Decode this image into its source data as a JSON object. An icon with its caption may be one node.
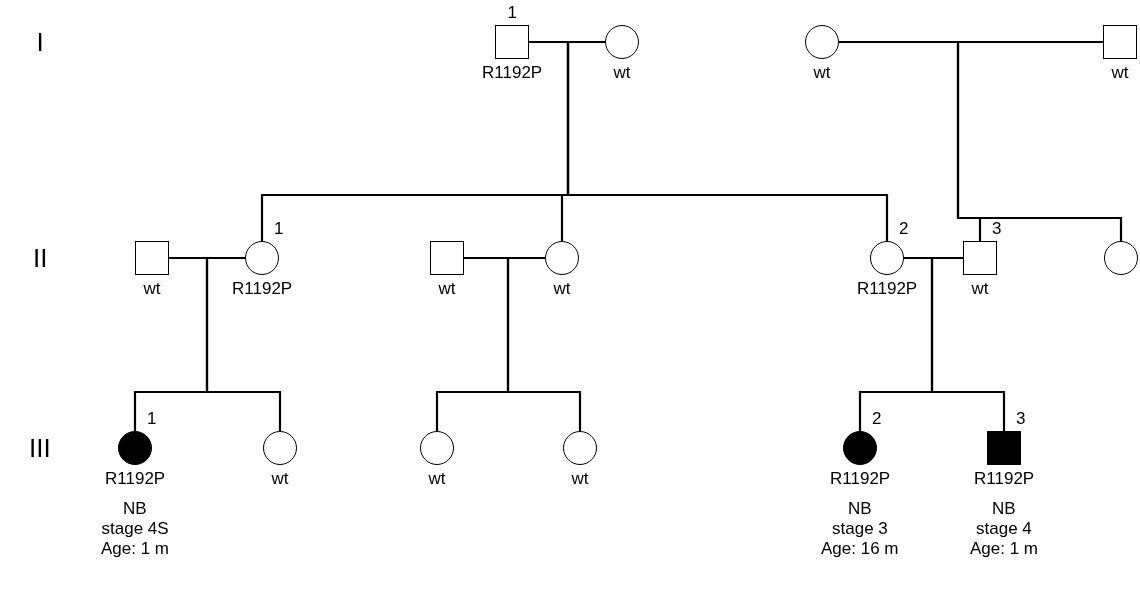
{
  "diagram": {
    "nodes": [
      {
        "text": [],
        "shape": "box",
        "beside": [
          "1",
          "R1192P"
        ]
      },
      {
        "text": [],
        "shape": "circle",
        "beside": [
          "wt"
        ]
      },
      {
        "text": [],
        "shape": "circle",
        "beside": [
          "wt"
        ]
      },
      {
        "text": [],
        "shape": "box",
        "beside": [
          "wt"
        ]
      },
      {
        "text": [],
        "shape": "box",
        "beside": [
          "wt"
        ]
      },
      {
        "text": [],
        "shape": "circle",
        "beside": [
          "1",
          "R1192P"
        ]
      },
      {
        "text": [],
        "shape": "box",
        "beside": [
          "wt"
        ]
      },
      {
        "text": [],
        "shape": "circle",
        "beside": [
          "wt"
        ]
      },
      {
        "text": [],
        "shape": "circle",
        "beside": [
          "2",
          "R1192P"
        ]
      },
      {
        "text": [],
        "shape": "box",
        "beside": [
          "3",
          "wt"
        ]
      },
      {
        "text": [],
        "shape": "circle"
      },
      {
        "text": [],
        "shape": "filled-circle",
        "beside": [
          "1",
          "R1192P",
          "NB",
          "stage 4S",
          "Age: 1 m"
        ]
      },
      {
        "text": [],
        "shape": "circle",
        "beside": [
          "wt"
        ]
      },
      {
        "text": [],
        "shape": "circle",
        "beside": [
          "wt"
        ]
      },
      {
        "text": [],
        "shape": "circle",
        "beside": [
          "wt"
        ]
      },
      {
        "text": [],
        "shape": "filled-circle",
        "beside": [
          "2",
          "R1192P",
          "NB",
          "stage 3",
          "Age: 16 m"
        ]
      },
      {
        "text": [],
        "shape": "filled-box",
        "beside": [
          "3",
          "R1192P",
          "NB",
          "stage 4",
          "Age: 1 m"
        ]
      }
    ],
    "edges": [
      {
        "from": 0,
        "to": 1,
        "arrow": "none"
      },
      {
        "from": 2,
        "to": 3,
        "arrow": "none"
      },
      {
        "from": 4,
        "to": 5,
        "arrow": "none"
      },
      {
        "from": 6,
        "to": 7,
        "arrow": "none"
      },
      {
        "from": 8,
        "to": 9,
        "arrow": "none"
      },
      {
        "from": 0,
        "to": 5,
        "arrow": "none"
      },
      {
        "from": 0,
        "to": 7,
        "arrow": "none"
      },
      {
        "from": 0,
        "to": 8,
        "arrow": "none"
      },
      {
        "from": 2,
        "to": 9,
        "arrow": "none"
      },
      {
        "from": 2,
        "to": 10,
        "arrow": "none"
      },
      {
        "from": 4,
        "to": 11,
        "arrow": "none"
      },
      {
        "from": 4,
        "to": 12,
        "arrow": "none"
      },
      {
        "from": 6,
        "to": 13,
        "arrow": "none"
      },
      {
        "from": 6,
        "to": 14,
        "arrow": "none"
      },
      {
        "from": 8,
        "to": 15,
        "arrow": "none"
      },
      {
        "from": 8,
        "to": 16,
        "arrow": "none"
      }
    ],
    "labels": [
      "I",
      "II",
      "III"
    ]
  }
}
